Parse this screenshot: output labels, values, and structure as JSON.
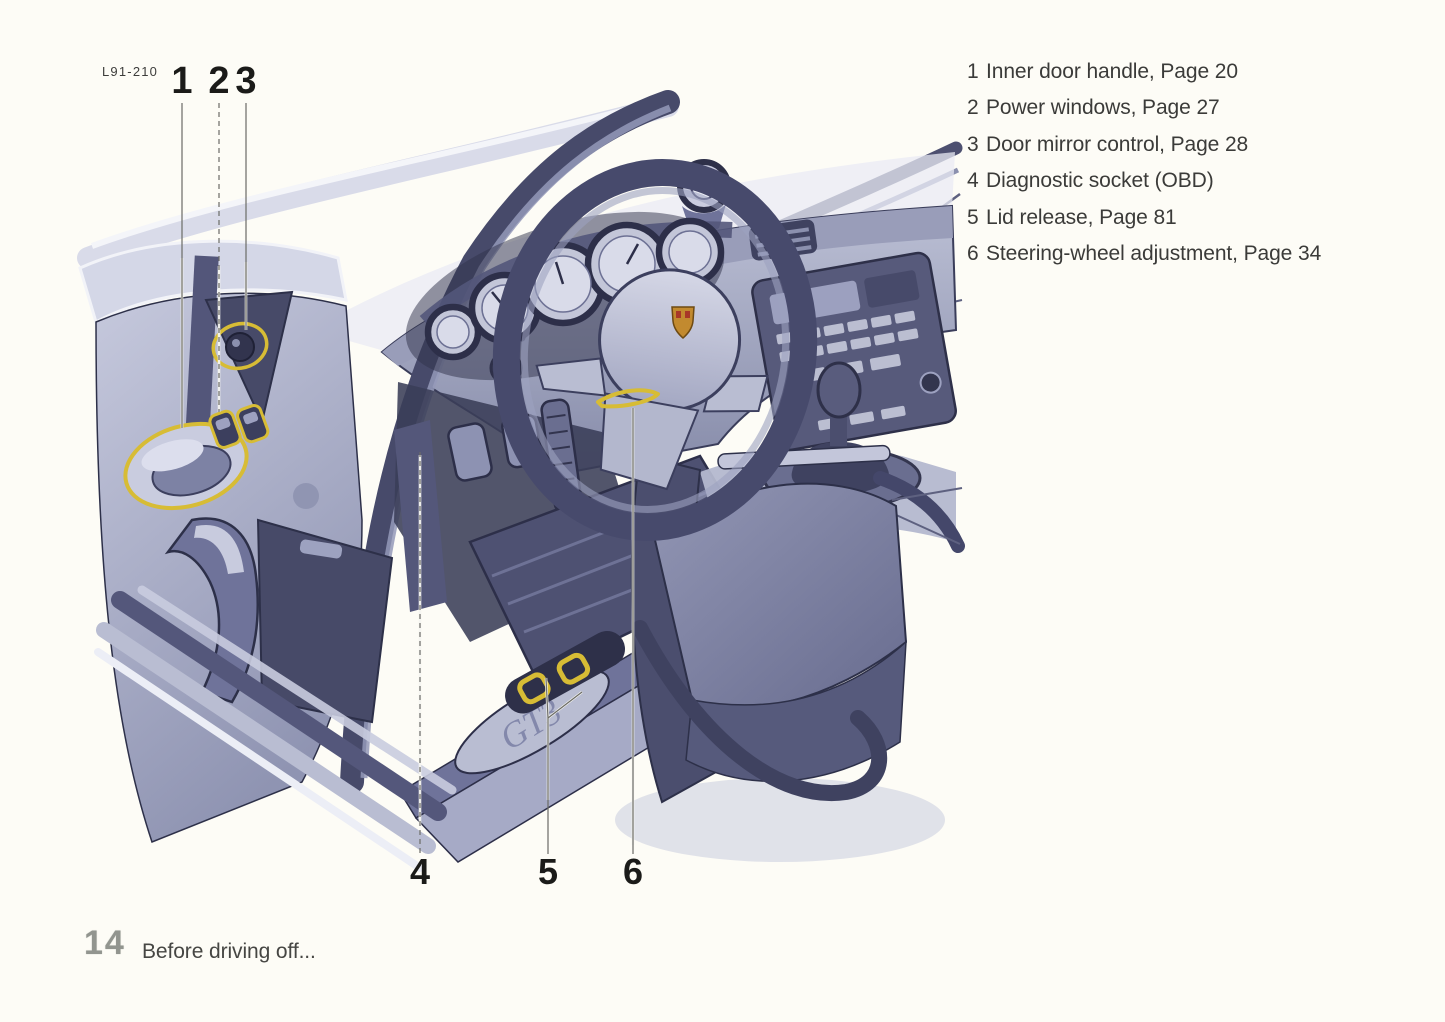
{
  "page": {
    "background_color": "#fdfcf6",
    "figure_code": "L91-210",
    "footer": {
      "page_number": "14",
      "section_title": "Before driving off..."
    }
  },
  "legend": [
    {
      "number": "1",
      "text": "Inner door handle, Page 20"
    },
    {
      "number": "2",
      "text": "Power windows, Page 27"
    },
    {
      "number": "3",
      "text": "Door mirror control, Page 28"
    },
    {
      "number": "4",
      "text": "Diagnostic socket (OBD)"
    },
    {
      "number": "5",
      "text": "Lid release, Page 81"
    },
    {
      "number": "6",
      "text": "Steering-wheel adjustment, Page 34"
    }
  ],
  "callouts": [
    {
      "number": "1",
      "target": "inner-door-handle",
      "line_style": "solid"
    },
    {
      "number": "2",
      "target": "power-window-switches",
      "line_style": "dashed"
    },
    {
      "number": "3",
      "target": "door-mirror-control",
      "line_style": "solid"
    },
    {
      "number": "4",
      "target": "diagnostic-socket-obd",
      "line_style": "dashed"
    },
    {
      "number": "5",
      "target": "lid-release-levers",
      "line_style": "solid"
    },
    {
      "number": "6",
      "target": "steering-wheel-adjustment-lever",
      "line_style": "solid"
    }
  ],
  "illustration": {
    "description": "Driver's side interior of a Porsche 911 seen through the open door",
    "sill_badge": "GT3",
    "colors": {
      "highlight_yellow": "#d7bc35",
      "art_light": "#c8cbdf",
      "art_lighter": "#e5e7f1",
      "art_mid": "#999db9",
      "art_slate": "#6f739a",
      "art_dark": "#4b4e6c",
      "art_darkest": "#2e3049",
      "crest_gold": "#c28a2f",
      "crest_red": "#a83828"
    }
  }
}
